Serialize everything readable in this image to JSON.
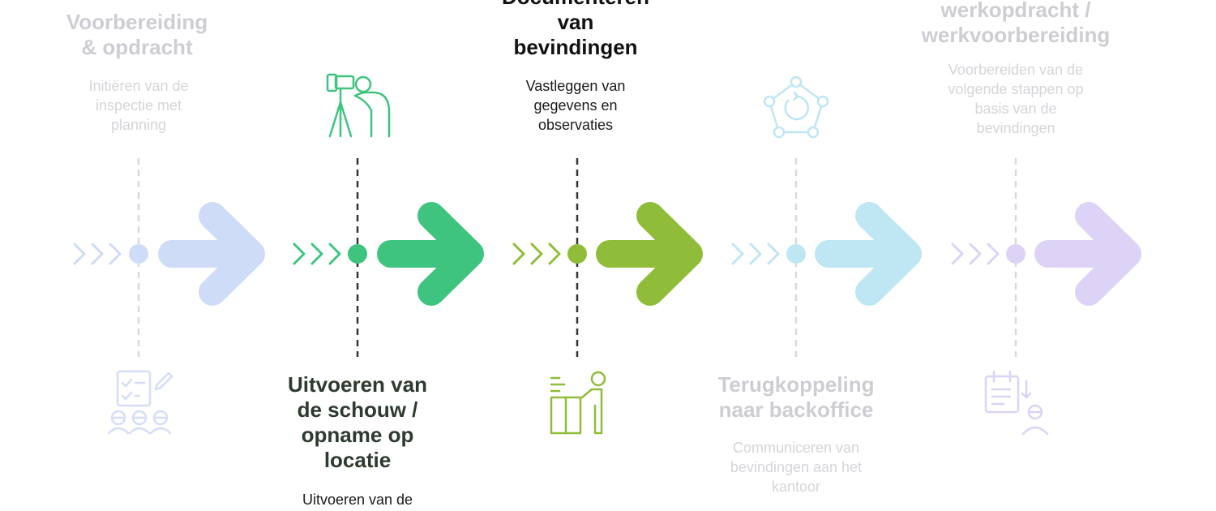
{
  "steps": [
    {
      "title": "Voorbereiding\n& opdracht",
      "description": "Initiëren van de\ninspectie met\nplanning",
      "icon": "checklist-team-icon",
      "color": "#cfdcf7",
      "state": "faded"
    },
    {
      "title": "Uitvoeren van\nde schouw /\nopname op\nlocatie",
      "description": "Uitvoeren van de",
      "icon": "telescope-person-icon",
      "color": "#3ec47f",
      "state": "active"
    },
    {
      "title": "Documenteren\nvan\nbevindingen",
      "description": "Vastleggen van\ngegevens en\nobservaties",
      "icon": "person-at-desk-icon",
      "color": "#8fbd3a",
      "state": "active"
    },
    {
      "title": "Terugkoppeling\nnaar backoffice",
      "description": "Communiceren van\nbevindingen aan het\nkantoor",
      "icon": "network-refresh-icon",
      "color": "#bfe6f3",
      "state": "faded"
    },
    {
      "title": "werkopdracht /\nwerkvoorbereiding",
      "description": "Voorbereiden van de\nvolgende stappen op\nbasis van de\nbevindingen",
      "icon": "calendar-person-icon",
      "color": "#dcd3f6",
      "state": "faded"
    }
  ]
}
